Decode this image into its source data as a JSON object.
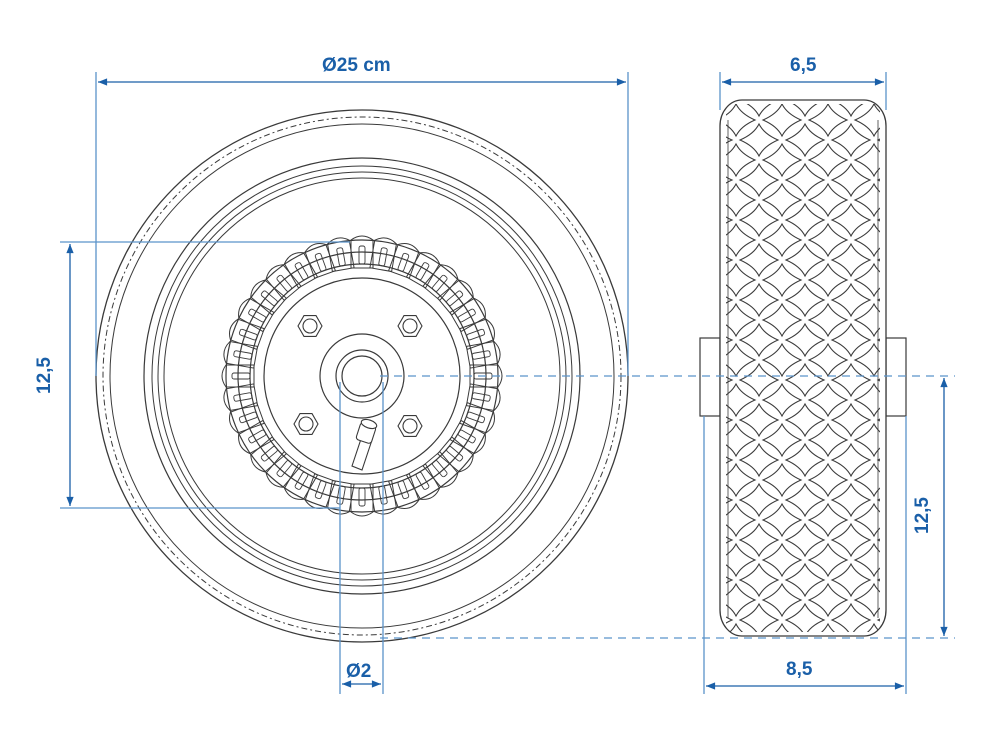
{
  "drawing": {
    "title": "Wheel technical drawing",
    "colors": {
      "dimension": "#1a5fa8",
      "dimension_line": "#5b93c9",
      "outline": "#3a3a3a"
    },
    "front_view": {
      "overall_diameter_label": "Ø25 cm",
      "hub_radius_label": "12,5",
      "axle_bore_label": "Ø2"
    },
    "side_view": {
      "tread_width_label": "6,5",
      "total_width_label": "8,5",
      "axle_height_label": "12,5"
    }
  }
}
